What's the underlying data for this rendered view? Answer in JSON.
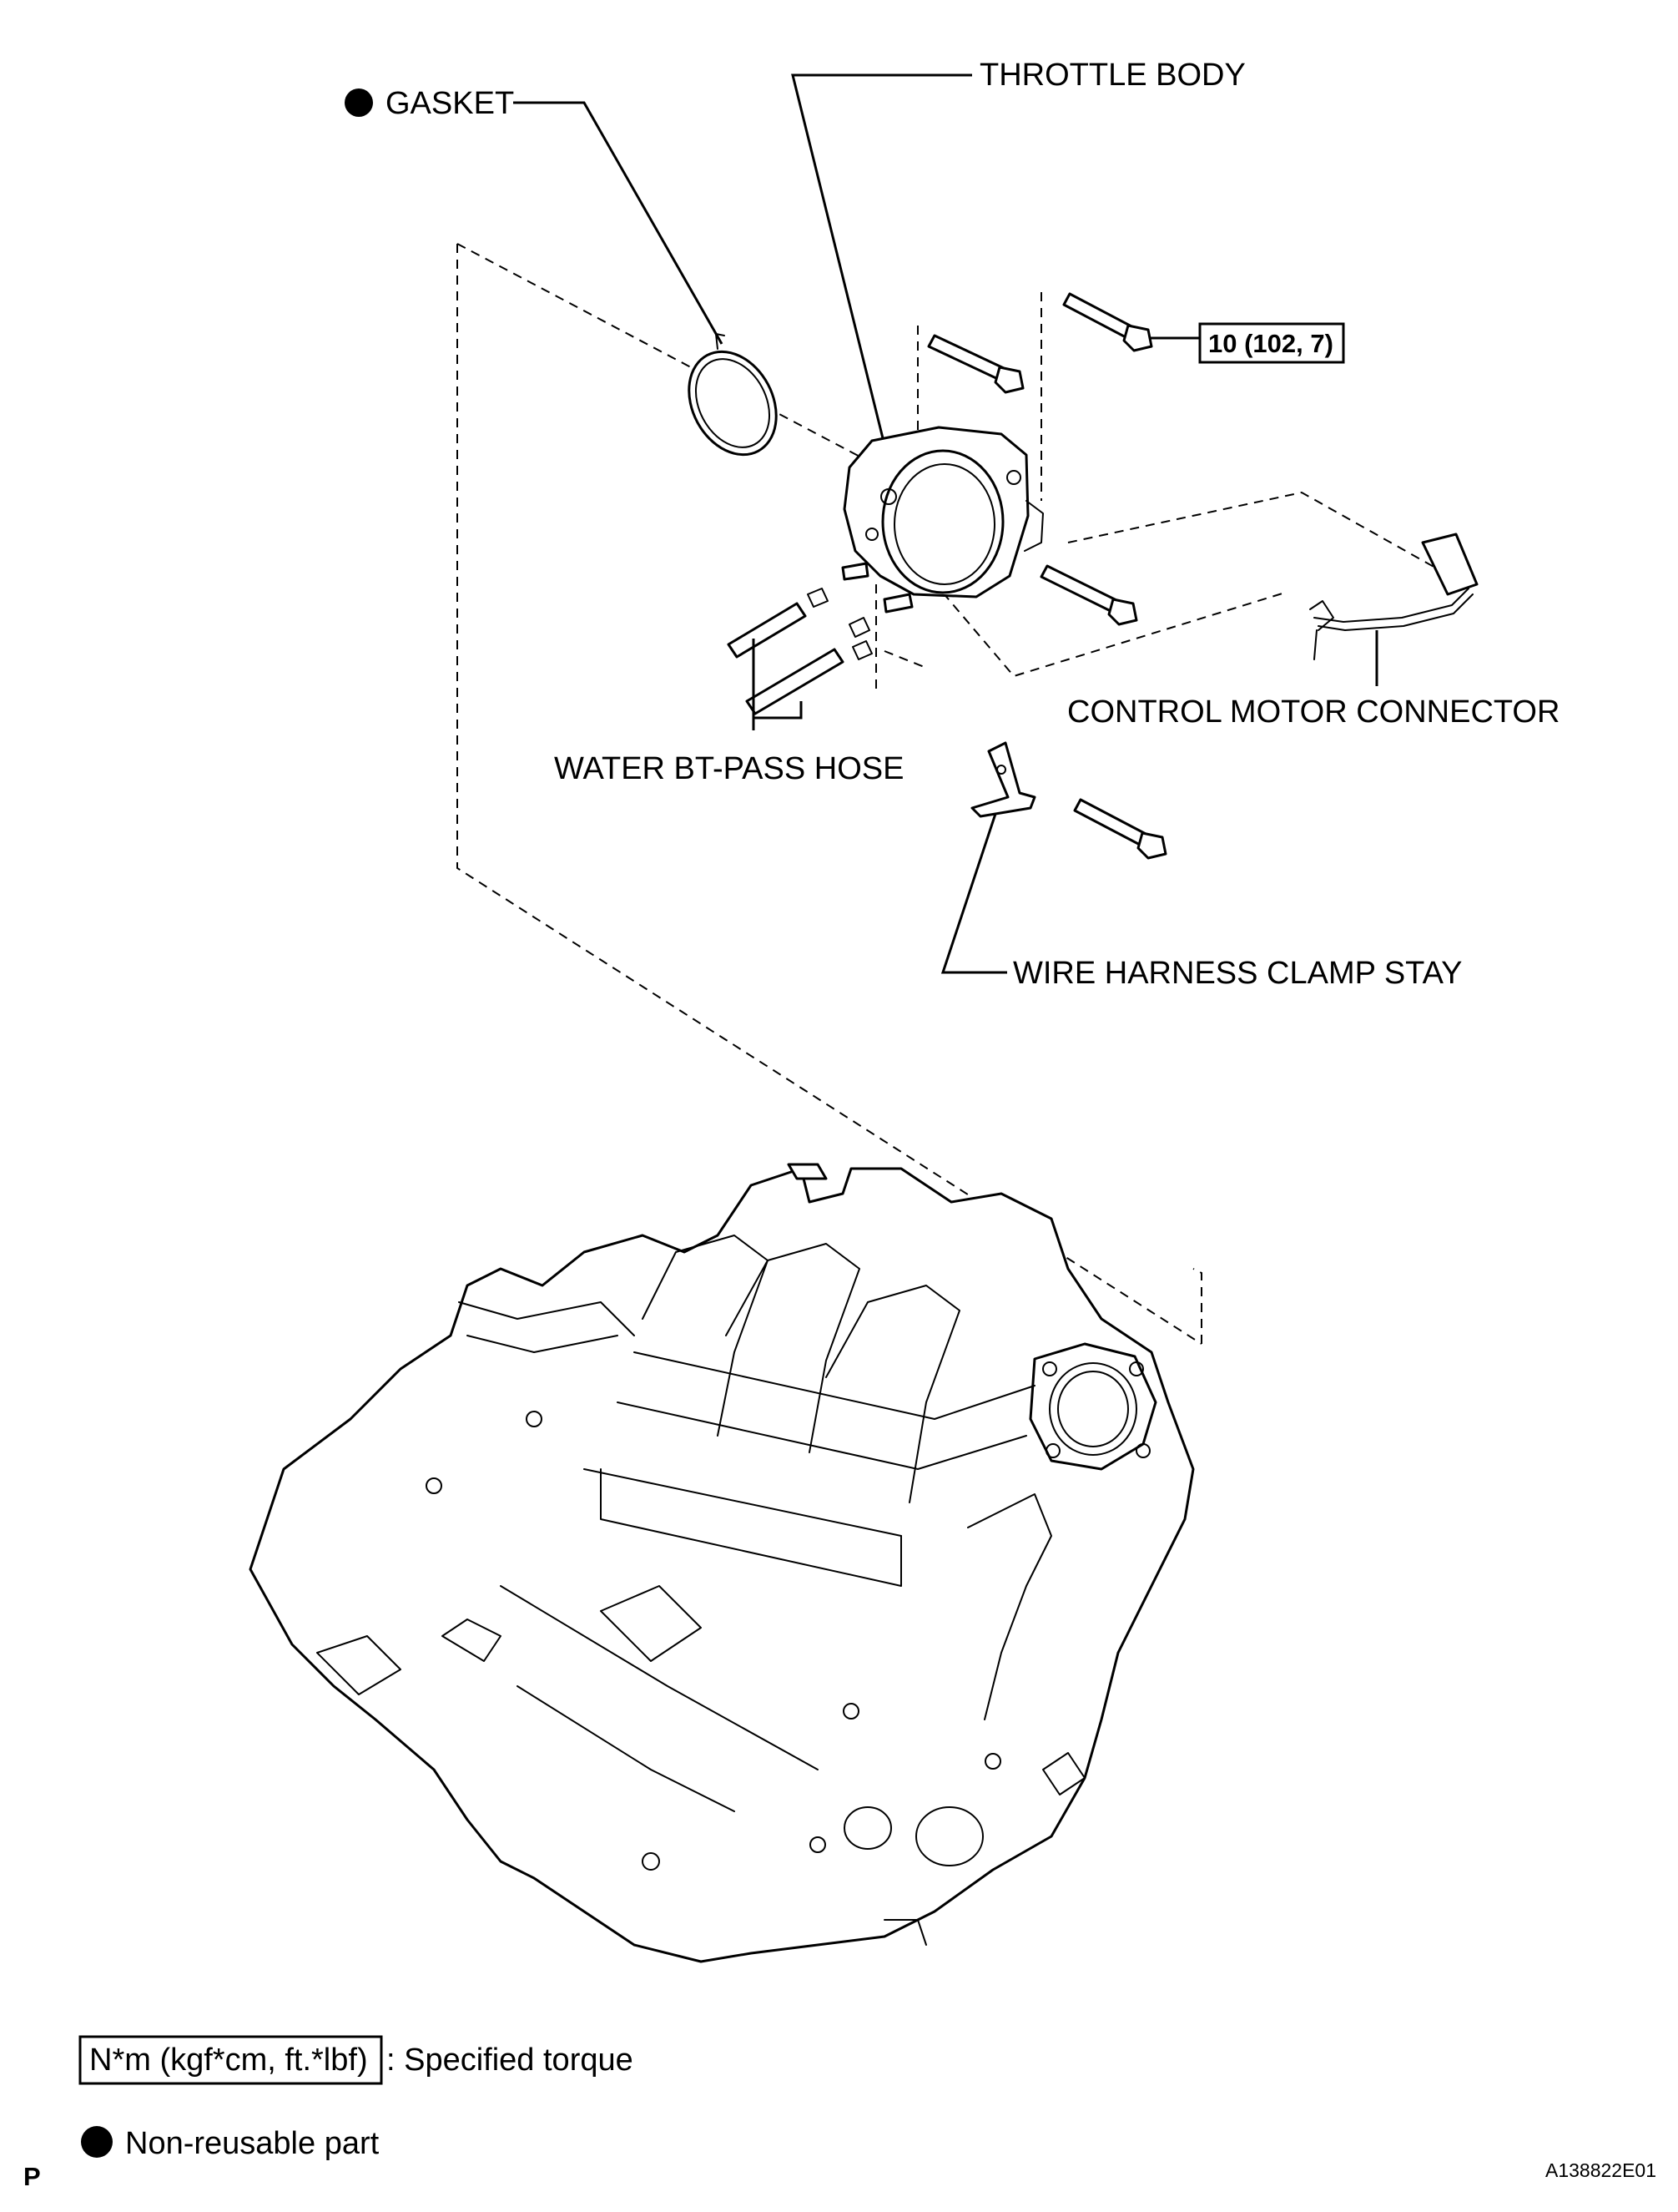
{
  "labels": {
    "gasket": "GASKET",
    "throttle_body": "THROTTLE BODY",
    "torque_spec": "10 (102, 7)",
    "control_motor_connector": "CONTROL MOTOR CONNECTOR",
    "water_bypass_hose": "WATER BT-PASS HOSE",
    "wire_harness_clamp_stay": "WIRE HARNESS CLAMP STAY"
  },
  "legend": {
    "torque_units": "N*m (kgf*cm, ft.*lbf)",
    "torque_desc": ": Specified torque",
    "nonreusable_desc": "Non-reusable part"
  },
  "footer": {
    "corner_letter": "P",
    "figure_code": "A138822E01"
  }
}
